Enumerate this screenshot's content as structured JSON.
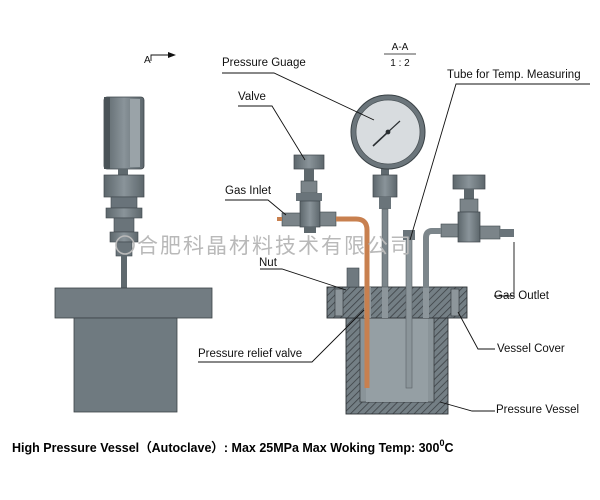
{
  "section_view": {
    "view_marker": "A",
    "section_id": "A-A",
    "scale": "1 : 2"
  },
  "labels": {
    "pressure_gauge": "Pressure Guage",
    "valve": "Valve",
    "gas_inlet": "Gas Inlet",
    "nut": "Nut",
    "pressure_relief_valve": "Pressure relief valve",
    "tube_temp": "Tube for Temp. Measuring",
    "gas_outlet": "Gas Outlet",
    "vessel_cover": "Vessel Cover",
    "pressure_vessel": "Pressure Vessel"
  },
  "watermark": "合肥科晶材料技术有限公司",
  "caption": {
    "text": "High Pressure Vessel（Autoclave）:  Max  25MPa  Max Woking Temp:  300",
    "degree": "0",
    "unit": "C"
  },
  "colors": {
    "body": "#6f7a80",
    "hatch": "#3c4145",
    "tube": "#c8804f",
    "dial": "#d8dcdf"
  }
}
